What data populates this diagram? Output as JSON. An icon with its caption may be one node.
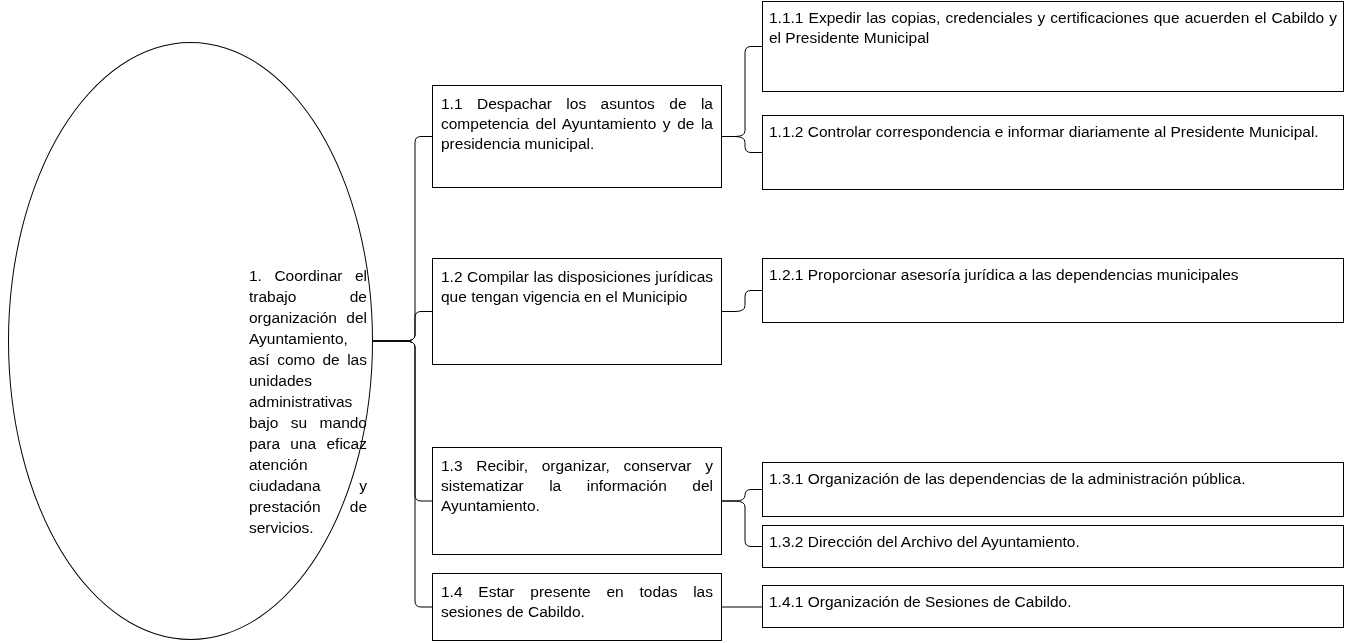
{
  "diagram": {
    "nodes": [
      {
        "text": [
          "1. Coordinar el trabajo de organización del Ayuntamiento, así como de las unidades administrativas bajo su mando para una eficaz atención ciudadana y prestación de servicios."
        ]
      },
      {
        "text": [
          "1.1 Despachar los asuntos de la competencia del Ayuntamiento y de la presidencia municipal."
        ]
      },
      {
        "text": [
          "1.2 Compilar las disposiciones jurídicas que tengan vigencia en el Municipio"
        ]
      },
      {
        "text": [
          "1.3 Recibir, organizar, conservar y sistematizar la información del Ayuntamiento."
        ]
      },
      {
        "text": [
          "1.4 Estar presente en todas las sesiones de Cabildo."
        ]
      },
      {
        "text": [
          "1.1.1 Expedir las copias, credenciales y certificaciones que acuerden el Cabildo y el Presidente Municipal"
        ]
      },
      {
        "text": [
          "1.1.2 Controlar correspondencia e informar diariamente al Presidente Municipal."
        ]
      },
      {
        "text": [
          "1.2.1 Proporcionar asesoría jurídica a las dependencias municipales"
        ]
      },
      {
        "text": [
          "1.3.1 Organización de las dependencias de la administración pública."
        ]
      },
      {
        "text": [
          "1.3.2 Dirección del Archivo del Ayuntamiento."
        ]
      },
      {
        "text": [
          "1.4.1 Organización de Sesiones de Cabildo."
        ]
      }
    ],
    "edges": [
      {
        "from": 0,
        "to": 1,
        "arrow": "none"
      },
      {
        "from": 0,
        "to": 2,
        "arrow": "none"
      },
      {
        "from": 0,
        "to": 3,
        "arrow": "none"
      },
      {
        "from": 0,
        "to": 4,
        "arrow": "none"
      },
      {
        "from": 1,
        "to": 5,
        "arrow": "none"
      },
      {
        "from": 1,
        "to": 6,
        "arrow": "none"
      },
      {
        "from": 2,
        "to": 7,
        "arrow": "none"
      },
      {
        "from": 3,
        "to": 8,
        "arrow": "none"
      },
      {
        "from": 3,
        "to": 9,
        "arrow": "none"
      },
      {
        "from": 4,
        "to": 10,
        "arrow": "none"
      }
    ]
  }
}
